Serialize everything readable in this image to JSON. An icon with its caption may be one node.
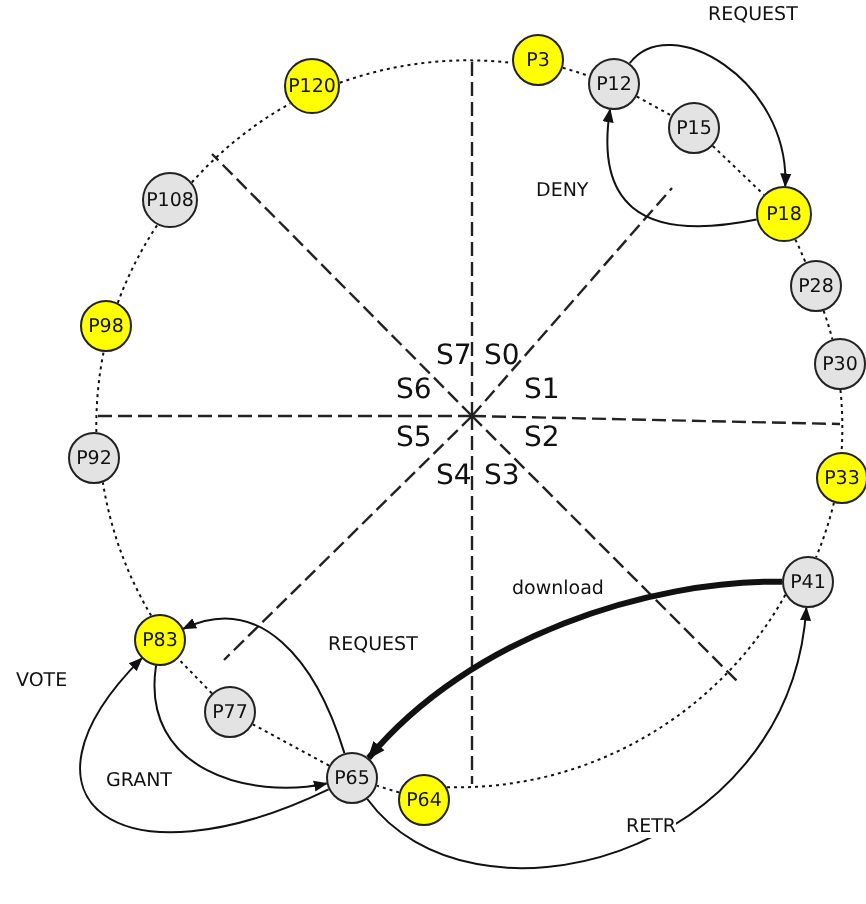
{
  "diagram": {
    "nodes": [
      {
        "text": [
          "P3"
        ]
      },
      {
        "text": [
          "P12"
        ]
      },
      {
        "text": [
          "P15"
        ]
      },
      {
        "text": [
          "P18"
        ]
      },
      {
        "text": [
          "P28"
        ]
      },
      {
        "text": [
          "P30"
        ]
      },
      {
        "text": [
          "P33"
        ]
      },
      {
        "text": [
          "P41"
        ]
      },
      {
        "text": [
          "P64"
        ]
      },
      {
        "text": [
          "P65"
        ]
      },
      {
        "text": [
          "P77"
        ]
      },
      {
        "text": [
          "P83"
        ]
      },
      {
        "text": [
          "P92"
        ]
      },
      {
        "text": [
          "P98"
        ]
      },
      {
        "text": [
          "P108"
        ]
      },
      {
        "text": [
          "P120"
        ]
      }
    ],
    "edges": [
      {
        "from": 0,
        "to": 1,
        "arrow": "none",
        "style": "dashed"
      },
      {
        "from": 1,
        "to": 2,
        "arrow": "none",
        "style": "dashed"
      },
      {
        "from": 2,
        "to": 3,
        "arrow": "none",
        "style": "dashed"
      },
      {
        "from": 3,
        "to": 4,
        "arrow": "none",
        "style": "dashed"
      },
      {
        "from": 4,
        "to": 5,
        "arrow": "none",
        "style": "dashed"
      },
      {
        "from": 5,
        "to": 6,
        "arrow": "none",
        "style": "dashed"
      },
      {
        "from": 6,
        "to": 7,
        "arrow": "none",
        "style": "dashed"
      },
      {
        "from": 7,
        "to": 8,
        "arrow": "none",
        "style": "dashed"
      },
      {
        "from": 8,
        "to": 9,
        "arrow": "none",
        "style": "dashed"
      },
      {
        "from": 9,
        "to": 10,
        "arrow": "none",
        "style": "dashed"
      },
      {
        "from": 10,
        "to": 11,
        "arrow": "none",
        "style": "dashed"
      },
      {
        "from": 11,
        "to": 12,
        "arrow": "none",
        "style": "dashed"
      },
      {
        "from": 12,
        "to": 13,
        "arrow": "none",
        "style": "dashed"
      },
      {
        "from": 13,
        "to": 14,
        "arrow": "none",
        "style": "dashed"
      },
      {
        "from": 14,
        "to": 15,
        "arrow": "none",
        "style": "dashed"
      },
      {
        "from": 15,
        "to": 0,
        "arrow": "none",
        "style": "dashed"
      },
      {
        "from": 1,
        "to": 3,
        "arrow": "to",
        "label": "REQUEST"
      },
      {
        "from": 3,
        "to": 1,
        "arrow": "to",
        "label": "DENY"
      },
      {
        "from": 7,
        "to": 9,
        "arrow": "to",
        "label": "download",
        "style": "thick"
      },
      {
        "from": 9,
        "to": 11,
        "arrow": "to",
        "label": "REQUEST"
      },
      {
        "from": 11,
        "to": 9,
        "arrow": "to",
        "label": "GRANT"
      },
      {
        "from": 9,
        "to": 11,
        "arrow": "to",
        "label": "VOTE"
      },
      {
        "from": 9,
        "to": 7,
        "arrow": "to",
        "label": "RETR"
      }
    ],
    "labels": [
      "S7",
      "S0",
      "S6",
      "S1",
      "S5",
      "S2",
      "S4",
      "S3"
    ]
  }
}
